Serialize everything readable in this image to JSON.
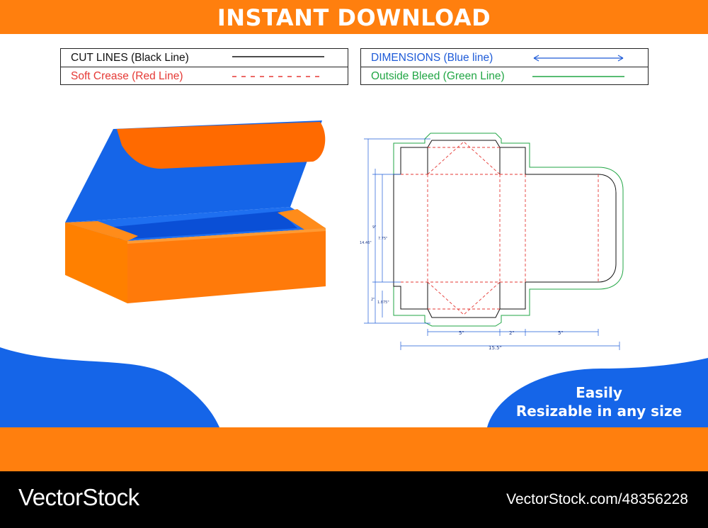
{
  "banner": {
    "title": "INSTANT DOWNLOAD"
  },
  "legend": {
    "cut_lines": "CUT LINES (Black Line)",
    "soft_crease": "Soft Crease (Red Line)",
    "dimensions": "DIMENSIONS (Blue line)",
    "outside_bleed": "Outside Bleed (Green Line)"
  },
  "dieline": {
    "dims_bottom": [
      "5\"",
      "2\"",
      "5\"",
      "15.5\""
    ],
    "dims_left": [
      "14.46\"",
      "9\"",
      "7.75\"",
      "2\"",
      "1.875\""
    ]
  },
  "promo": {
    "line1": "Easily",
    "line2": "Resizable in any size"
  },
  "footer": {
    "brand": "VectorStock",
    "url": "VectorStock.com/48356228"
  },
  "colors": {
    "orange": "#ff7f0e",
    "blue": "#1565e8",
    "cut": "#111111",
    "crease": "#e53935",
    "dimension": "#1e5bd8",
    "bleed": "#22a645"
  }
}
